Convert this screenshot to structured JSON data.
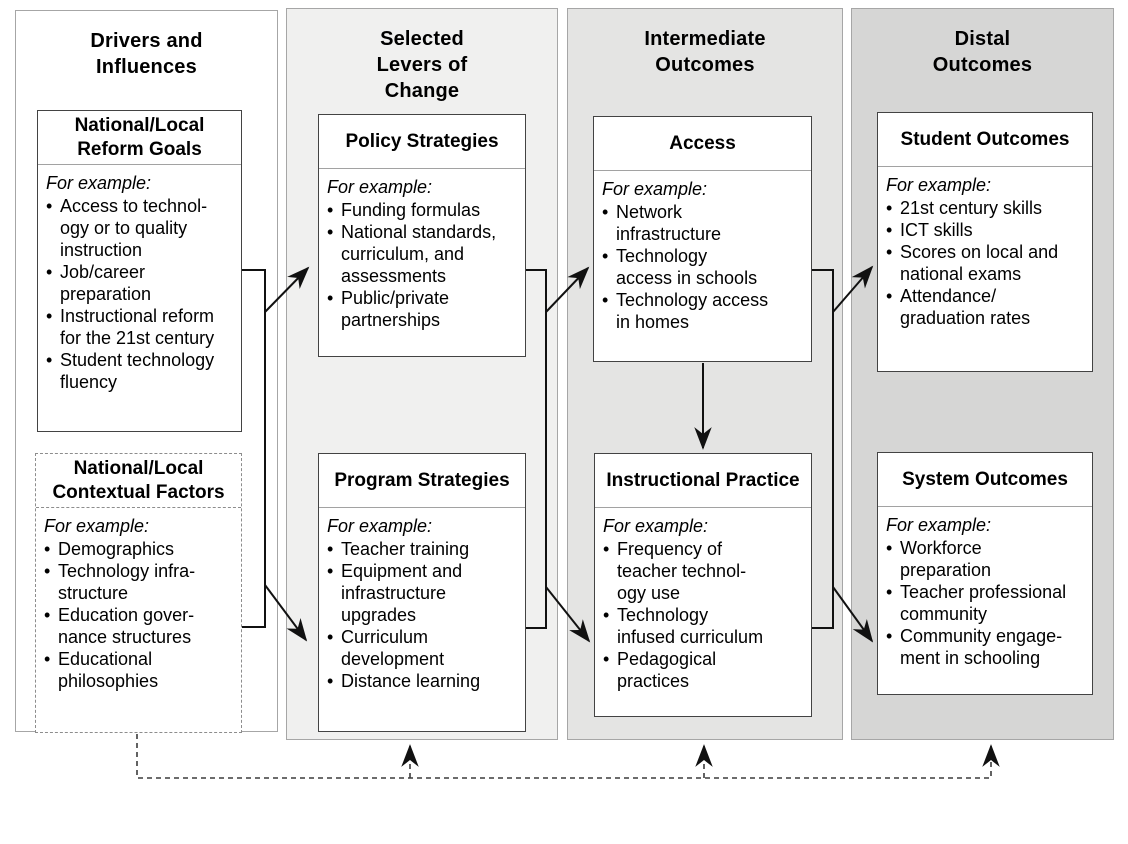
{
  "bullet_char": "•",
  "columns": [
    {
      "title": "Drivers and\nInfluences",
      "boxes": [
        {
          "title": "National/Local\nReform Goals",
          "example_label": "For example:",
          "bullets": [
            "Access to technol-\nogy or to quality\ninstruction",
            "Job/career\npreparation",
            "Instructional reform\nfor the 21st century",
            "Student technology\nfluency"
          ]
        },
        {
          "title": "National/Local\nContextual Factors",
          "example_label": "For example:",
          "bullets": [
            "Demographics",
            "Technology infra-\nstructure",
            "Education gover-\nnance structures",
            "Educational\nphilosophies"
          ]
        }
      ]
    },
    {
      "title": "Selected\nLevers of\nChange",
      "boxes": [
        {
          "title": "Policy Strategies",
          "example_label": "For example:",
          "bullets": [
            "Funding formulas",
            "National standards,\ncurriculum, and\nassessments",
            "Public/private\npartnerships"
          ]
        },
        {
          "title": "Program Strategies",
          "example_label": "For example:",
          "bullets": [
            "Teacher training",
            "Equipment and\ninfrastructure\nupgrades",
            "Curriculum\ndevelopment",
            "Distance learning"
          ]
        }
      ]
    },
    {
      "title": "Intermediate\nOutcomes",
      "boxes": [
        {
          "title": "Access",
          "example_label": "For example:",
          "bullets": [
            "Network\ninfrastructure",
            "Technology\naccess in schools",
            "Technology access\nin homes"
          ]
        },
        {
          "title": "Instructional Practice",
          "example_label": "For example:",
          "bullets": [
            "Frequency of\nteacher technol-\nogy use",
            "Technology\ninfused curriculum",
            "Pedagogical\npractices"
          ]
        }
      ]
    },
    {
      "title": "Distal\nOutcomes",
      "boxes": [
        {
          "title": "Student Outcomes",
          "example_label": "For example:",
          "bullets": [
            "21st century skills",
            "ICT skills",
            "Scores on local and\nnational exams",
            "Attendance/\ngraduation rates"
          ]
        },
        {
          "title": "System Outcomes",
          "example_label": "For example:",
          "bullets": [
            "Workforce\npreparation",
            "Teacher professional\ncommunity",
            "Community engage-\nment in schooling"
          ]
        }
      ]
    }
  ],
  "colors": {
    "panel_drivers": "#ffffff",
    "panel_levers": "#f0f0ef",
    "panel_intermediate": "#e4e4e3",
    "panel_distal": "#d6d6d5",
    "solid_line": "#111111",
    "dashed_line": "#3c3c3c"
  },
  "connections": [
    {
      "from": "National/Local Reform Goals + National/Local Contextual Factors",
      "to": "Policy Strategies",
      "style": "solid-arrow"
    },
    {
      "from": "National/Local Reform Goals + National/Local Contextual Factors",
      "to": "Program Strategies",
      "style": "solid-arrow"
    },
    {
      "from": "Policy Strategies + Program Strategies",
      "to": "Access",
      "style": "solid-arrow"
    },
    {
      "from": "Policy Strategies + Program Strategies",
      "to": "Instructional Practice",
      "style": "solid-arrow"
    },
    {
      "from": "Access",
      "to": "Instructional Practice",
      "style": "solid-arrow"
    },
    {
      "from": "Access + Instructional Practice",
      "to": "Student Outcomes",
      "style": "solid-arrow"
    },
    {
      "from": "Access + Instructional Practice",
      "to": "System Outcomes",
      "style": "solid-arrow"
    },
    {
      "from": "National/Local Contextual Factors",
      "to": "Selected Levers of Change, Intermediate Outcomes, Distal Outcomes",
      "style": "dashed-feedback-arrow"
    }
  ]
}
